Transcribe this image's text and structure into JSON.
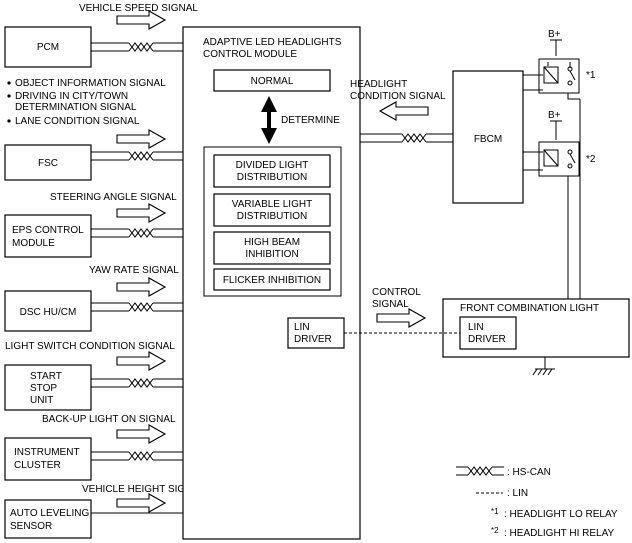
{
  "signals": {
    "vehicle_speed": "VEHICLE SPEED SIGNAL",
    "bullets": [
      "OBJECT INFORMATION SIGNAL",
      "DRIVING IN CITY/TOWN",
      "DETERMINATION SIGNAL",
      "LANE CONDITION SIGNAL"
    ],
    "steering_angle": "STEERING ANGLE SIGNAL",
    "yaw_rate": "YAW RATE SIGNAL",
    "light_switch": "LIGHT SWITCH CONDITION SIGNAL",
    "backup_light": "BACK-UP LIGHT ON SIGNAL",
    "vehicle_height": "VEHICLE HEIGHT SIGNAL",
    "headlight_condition": [
      "HEADLIGHT",
      "CONDITION SIGNAL"
    ],
    "control": [
      "CONTROL",
      "SIGNAL"
    ]
  },
  "modules": {
    "pcm": "PCM",
    "fsc": "FSC",
    "eps": [
      "EPS CONTROL",
      "MODULE"
    ],
    "dsc": "DSC HU/CM",
    "start_stop": [
      "START",
      "STOP",
      "UNIT"
    ],
    "instrument": [
      "INSTRUMENT",
      "CLUSTER"
    ],
    "auto_leveling": [
      "AUTO LEVELING",
      "SENSOR"
    ]
  },
  "control_module": {
    "title": [
      "ADAPTIVE LED HEADLIGHTS",
      "CONTROL MODULE"
    ],
    "normal": "NORMAL",
    "determine": "DETERMINE",
    "functions": [
      [
        "DIVIDED  LIGHT",
        "DISTRIBUTION"
      ],
      [
        "VARIABLE LIGHT",
        "DISTRIBUTION"
      ],
      [
        "HIGH BEAM",
        "INHIBITION"
      ],
      [
        "FLICKER INHIBITION"
      ]
    ],
    "lin_driver": [
      "LIN",
      "DRIVER"
    ]
  },
  "fbcm": "FBCM",
  "relays": {
    "supply": "B+",
    "marks": [
      "*1",
      "*2"
    ]
  },
  "front_combination": {
    "title": "FRONT COMBINATION LIGHT",
    "lin_driver": [
      "LIN",
      "DRIVER"
    ]
  },
  "legend": {
    "hs_can": ": HS-CAN",
    "lin": ": LIN",
    "lo_mark": "*1",
    "lo_text": ": HEADLIGHT LO RELAY",
    "hi_mark": "*2",
    "hi_text": ": HEADLIGHT HI RELAY"
  }
}
